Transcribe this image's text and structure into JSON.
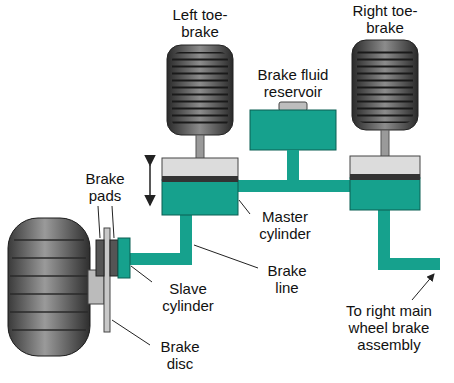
{
  "diagram": {
    "labels": [
      "Left toe-brake",
      "Right toe-brake",
      "Brake fluid reservoir",
      "Brake pads",
      "Master cylinder",
      "Slave cylinder",
      "Brake line",
      "Brake disc",
      "To right main wheel brake assembly"
    ]
  }
}
